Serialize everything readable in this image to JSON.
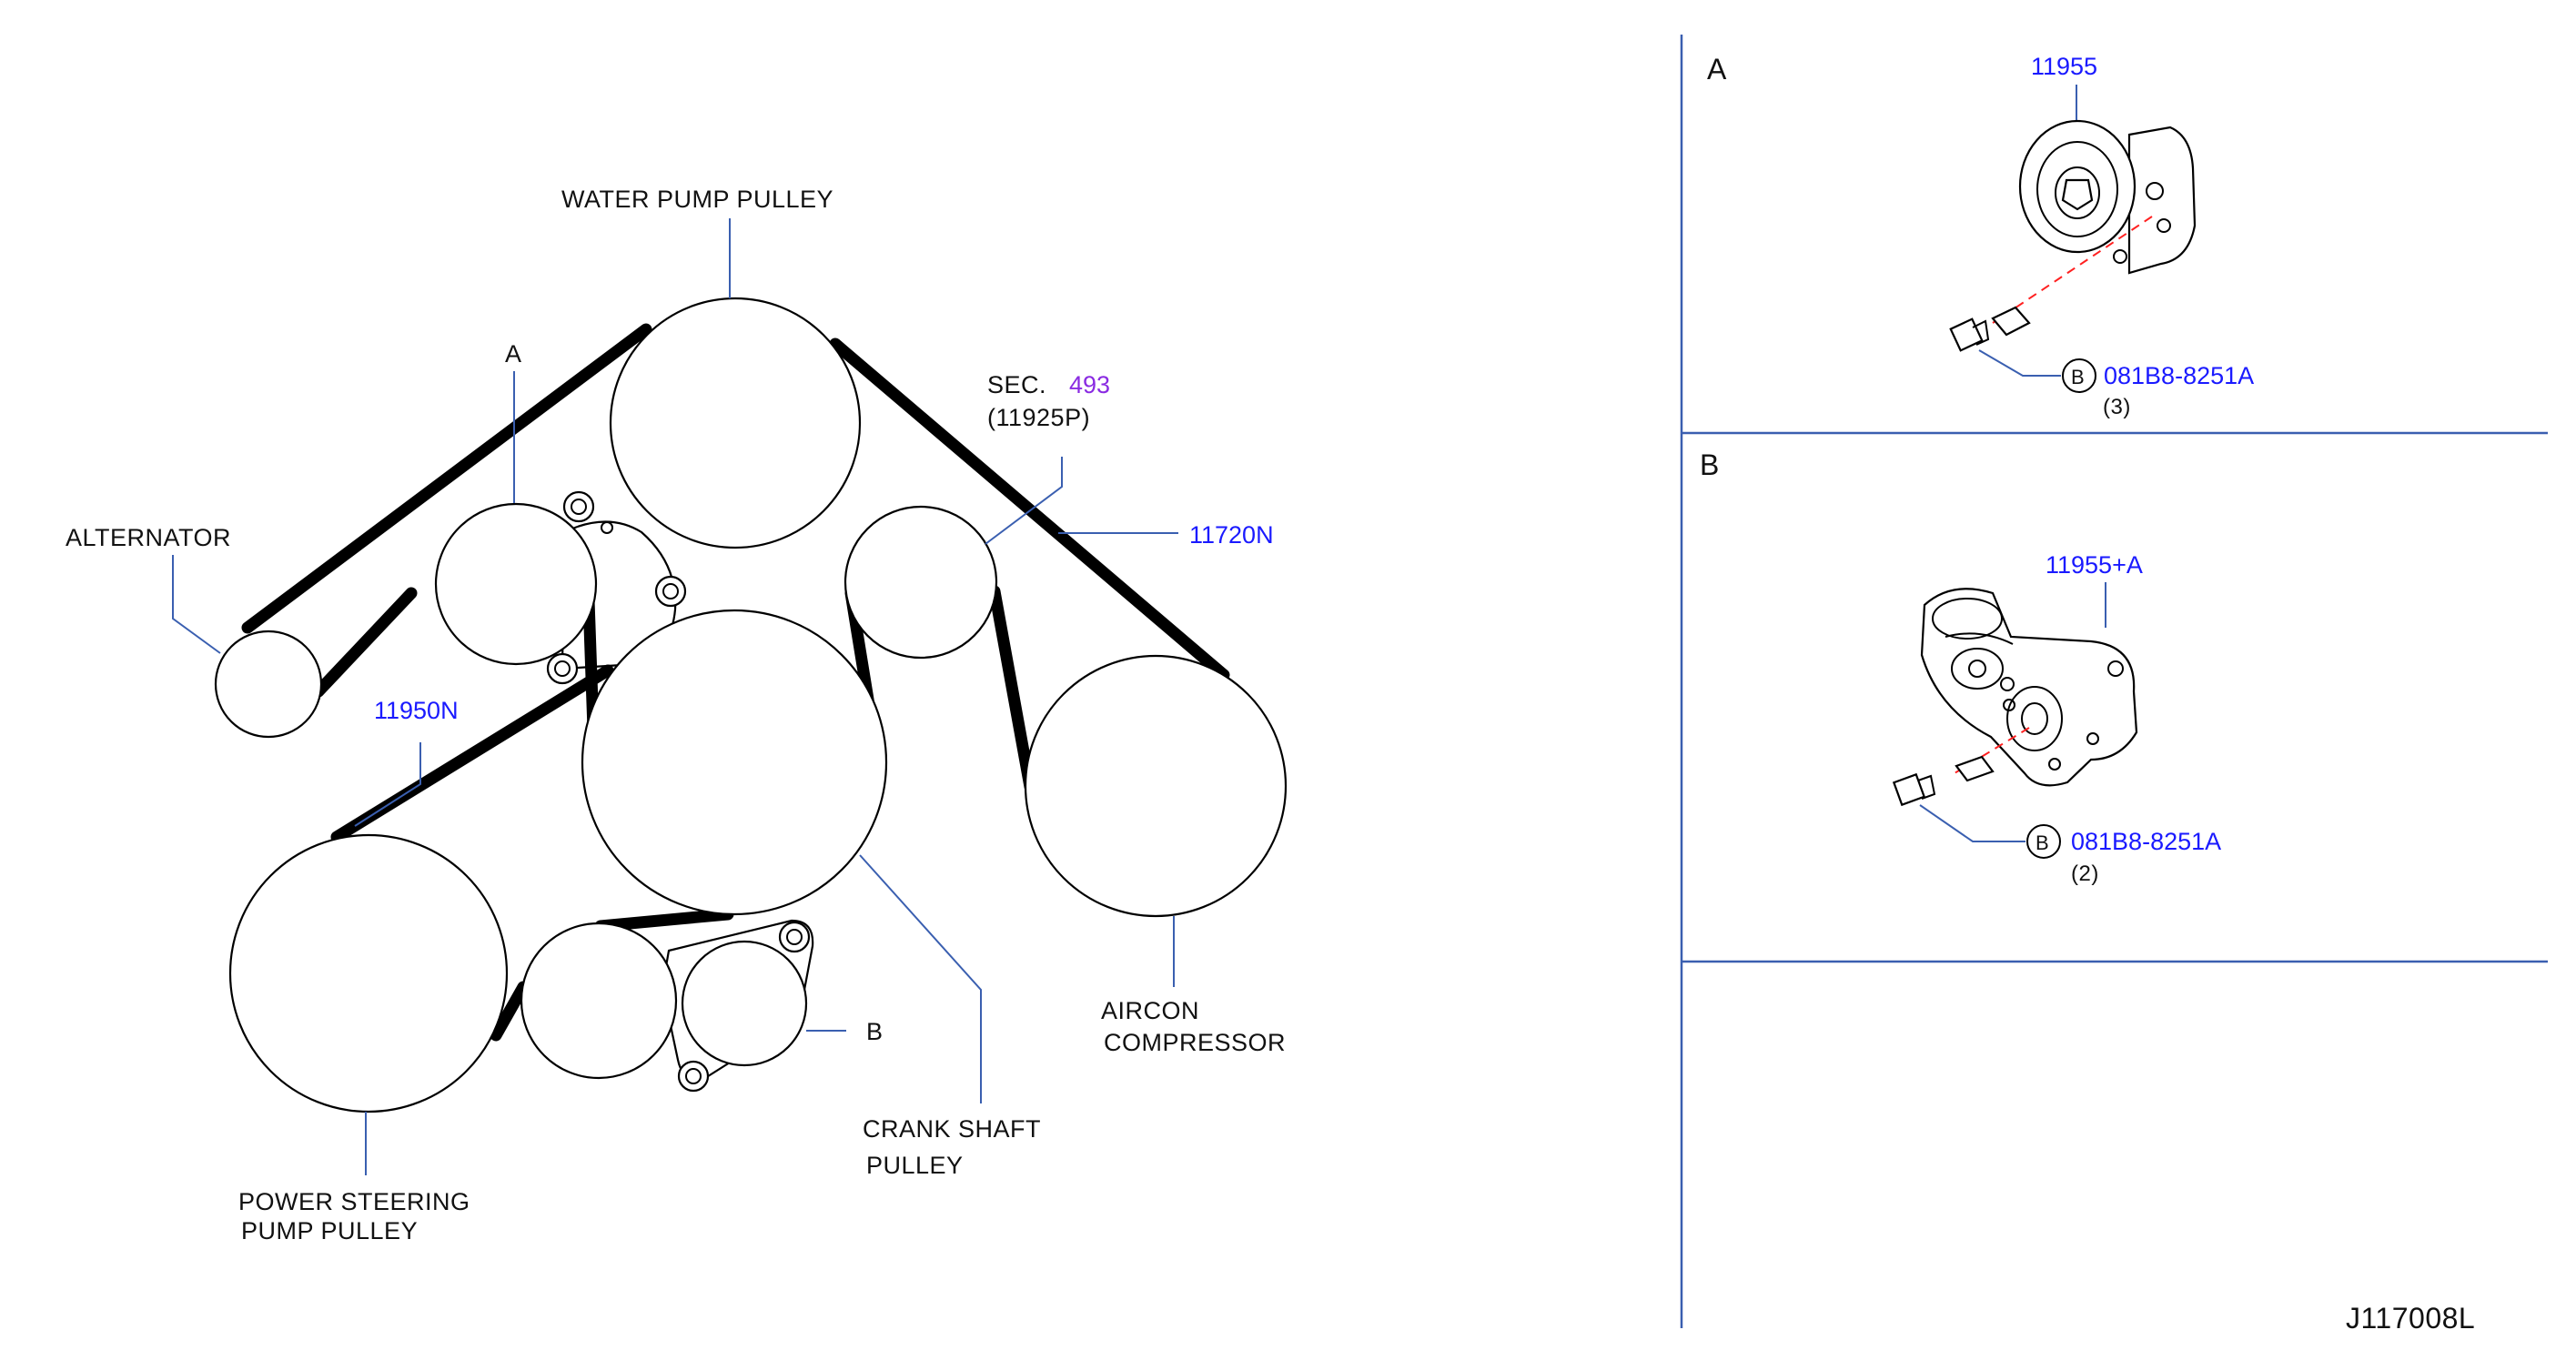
{
  "labels": {
    "water_pump_pulley": "WATER   PUMP   PULLEY",
    "alternator": "ALTERNATOR",
    "tensioner_a": "A",
    "sec_prefix": "SEC.",
    "sec_number": "493",
    "sec_sub": "(11925P)",
    "belt_11720n": "11720N",
    "belt_11950n": "11950N",
    "aircon_line1": "AIRCON",
    "aircon_line2": "COMPRESSOR",
    "tensioner_b": "B",
    "crank_line1": "CRANK    SHAFT",
    "crank_line2": "PULLEY",
    "ps_line1": "POWER    STEERING",
    "ps_line2": "PUMP    PULLEY"
  },
  "detail_a": {
    "header": "A",
    "part_number": "11955",
    "bolt_circle": "B",
    "bolt_part": "081B8-8251A",
    "bolt_qty": "(3)"
  },
  "detail_b": {
    "header": "B",
    "part_number": "11955+A",
    "bolt_circle": "B",
    "bolt_part": "081B8-8251A",
    "bolt_qty": "(2)"
  },
  "drawing_code": "J117008L",
  "colors": {
    "part_number": "#1a1aff",
    "section_ref": "#8a2be2",
    "leader_line": "#3a5fb0",
    "centerline": "#ff2020"
  }
}
